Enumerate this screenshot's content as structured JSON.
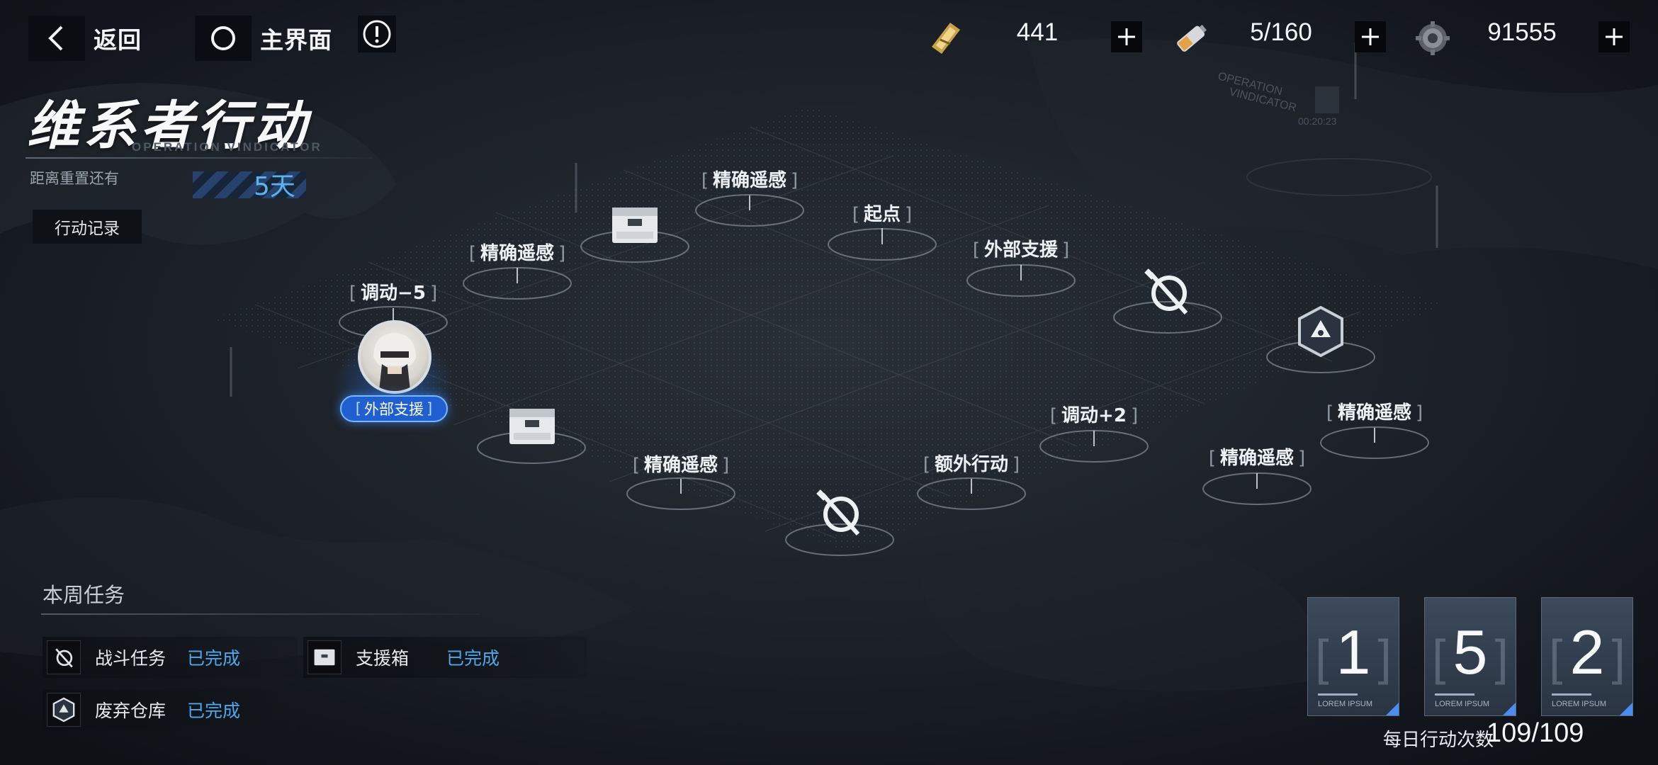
{
  "header": {
    "back_label": "返回",
    "home_label": "主界面"
  },
  "resources": [
    {
      "icon": "gold-ticket-icon",
      "value": "441"
    },
    {
      "icon": "battery-icon",
      "value": "5/160"
    },
    {
      "icon": "gear-part-icon",
      "value": "91555"
    }
  ],
  "operation": {
    "title": "维系者行动",
    "subtitle": "OPERATION VINDICATOR",
    "reset_label": "距离重置还有",
    "reset_value": "5天",
    "log_button": "行动记录"
  },
  "map": {
    "nodes": [
      {
        "id": "n1",
        "label": "调动−5"
      },
      {
        "id": "n2",
        "label": "精确遥感"
      },
      {
        "id": "n3",
        "label": "精确遥感"
      },
      {
        "id": "n4",
        "label": "起点"
      },
      {
        "id": "n5",
        "label": "外部支援"
      },
      {
        "id": "n6",
        "label": "精确遥感"
      },
      {
        "id": "n7",
        "label": "额外行动"
      },
      {
        "id": "n8",
        "label": "调动+2"
      },
      {
        "id": "n9",
        "label": "精确遥感"
      },
      {
        "id": "n10",
        "label": "精确遥感"
      }
    ],
    "player_tag": "外部支援"
  },
  "weekly_tasks": {
    "title": "本周任务",
    "items": [
      {
        "name": "战斗任务",
        "status": "已完成",
        "icon": "battle-icon"
      },
      {
        "name": "支援箱",
        "status": "已完成",
        "icon": "supply-crate-icon"
      },
      {
        "name": "废弃仓库",
        "status": "已完成",
        "icon": "warehouse-icon"
      }
    ]
  },
  "counters": {
    "digits": [
      "1",
      "5",
      "2"
    ],
    "card_caption": "LOREM IPSUM",
    "daily_label": "每日行动次数",
    "daily_value": "109/109"
  },
  "colors": {
    "accent_blue": "#4ea8ec",
    "player_blue": "#1f5fd0",
    "background": "#161b22"
  }
}
